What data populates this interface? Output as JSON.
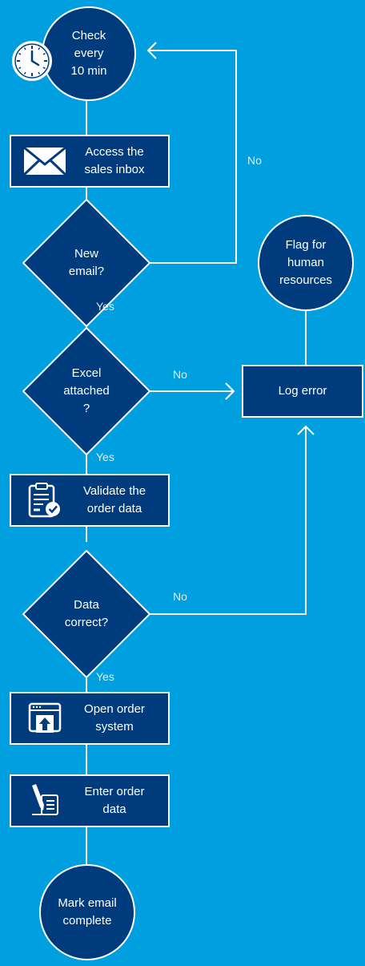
{
  "colors": {
    "background": "#009fdf",
    "node_fill": "#003c7d",
    "stroke": "#ffffff"
  },
  "nodes": {
    "start": {
      "label": "Check\nevery\n10 min",
      "icon": "clock-icon"
    },
    "access_inbox": {
      "label": "Access the\nsales inbox",
      "icon": "envelope-icon"
    },
    "new_email": {
      "label": "New\nemail?"
    },
    "excel_attached": {
      "label": "Excel\nattached\n?"
    },
    "validate": {
      "label": "Validate the\norder data",
      "icon": "clipboard-check-icon"
    },
    "data_correct": {
      "label": "Data\ncorrect?"
    },
    "open_system": {
      "label": "Open order\nsystem",
      "icon": "window-upload-icon"
    },
    "enter_data": {
      "label": "Enter order\ndata",
      "icon": "pen-document-icon"
    },
    "end": {
      "label": "Mark email\ncomplete"
    },
    "flag_hr": {
      "label": "Flag for\nhuman\nresources"
    },
    "log_error": {
      "label": "Log error"
    }
  },
  "edge_labels": {
    "new_email_no": "No",
    "new_email_yes": "Yes",
    "excel_no": "No",
    "excel_yes": "Yes",
    "data_no": "No",
    "data_yes": "Yes"
  }
}
